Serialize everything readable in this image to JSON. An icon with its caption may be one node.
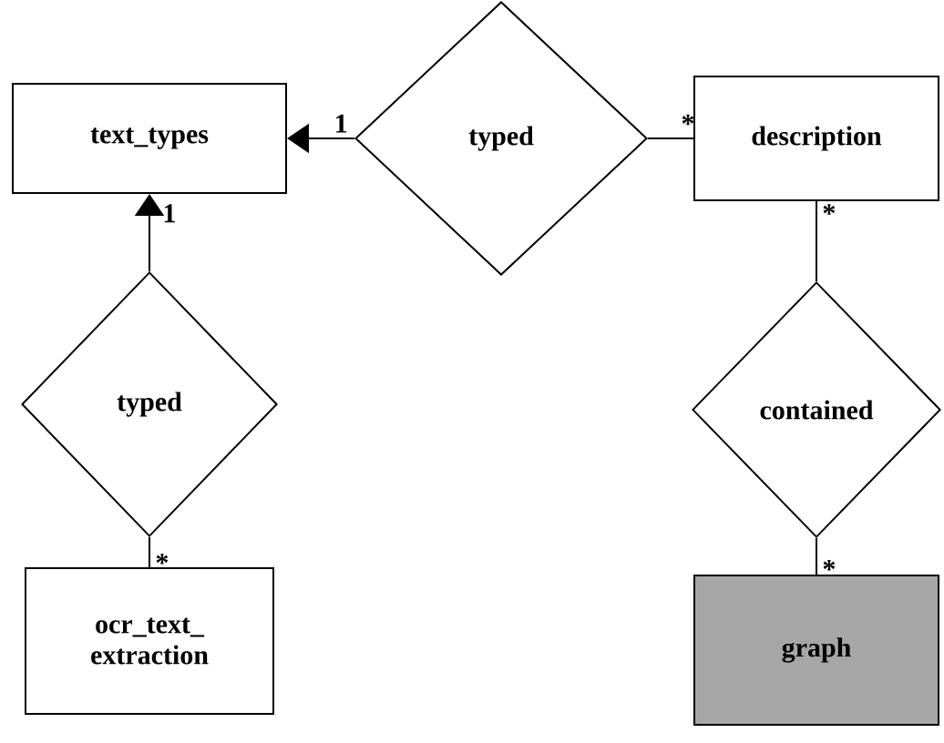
{
  "diagram": {
    "nodes": [
      {
        "text": [
          "text_types"
        ]
      },
      {
        "text": [
          "typed"
        ]
      },
      {
        "text": [
          "description"
        ]
      },
      {
        "text": [
          "typed"
        ]
      },
      {
        "text": [
          "contained"
        ]
      },
      {
        "text": [
          "ocr_text_ extraction"
        ]
      },
      {
        "text": [
          "graph"
        ]
      }
    ],
    "edges": [
      {
        "from": 1,
        "to": 0,
        "arrow": "to",
        "label": "1"
      },
      {
        "from": 1,
        "to": 2,
        "arrow": "none",
        "label": "*"
      },
      {
        "from": 3,
        "to": 0,
        "arrow": "to",
        "label": "1"
      },
      {
        "from": 3,
        "to": 5,
        "arrow": "none",
        "label": "*"
      },
      {
        "from": 4,
        "to": 2,
        "arrow": "none",
        "label": "*"
      },
      {
        "from": 4,
        "to": 6,
        "arrow": "none",
        "label": "*"
      }
    ]
  }
}
